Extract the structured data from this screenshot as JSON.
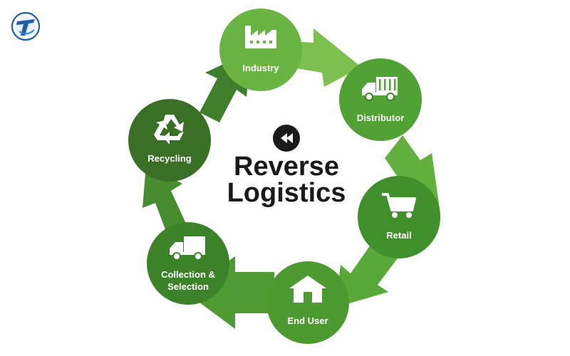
{
  "diagram": {
    "title_line1": "Reverse",
    "title_line2": "Logistics",
    "title_icon": "rewind-icon",
    "logo_icon": "brand-logo-icon",
    "nodes": [
      {
        "label": "Industry",
        "icon": "factory-icon",
        "color": "#69b443"
      },
      {
        "label": "Distributor",
        "icon": "truck-icon",
        "color": "#4fa233"
      },
      {
        "label": "Retail",
        "icon": "shopping-cart-icon",
        "color": "#3f8f2b"
      },
      {
        "label": "End User",
        "icon": "house-icon",
        "color": "#4d9a31"
      },
      {
        "label": "Collection &",
        "label2": "Selection",
        "icon": "delivery-truck-icon",
        "color": "#3c8228"
      },
      {
        "label": "Recycling",
        "icon": "recycle-icon",
        "color": "#3a6f26"
      }
    ],
    "colors": {
      "arrow_light": "#7cc14f",
      "arrow_mid": "#58a93a",
      "arrow_dark": "#3f7f2b",
      "title": "#1a1a1a"
    }
  }
}
